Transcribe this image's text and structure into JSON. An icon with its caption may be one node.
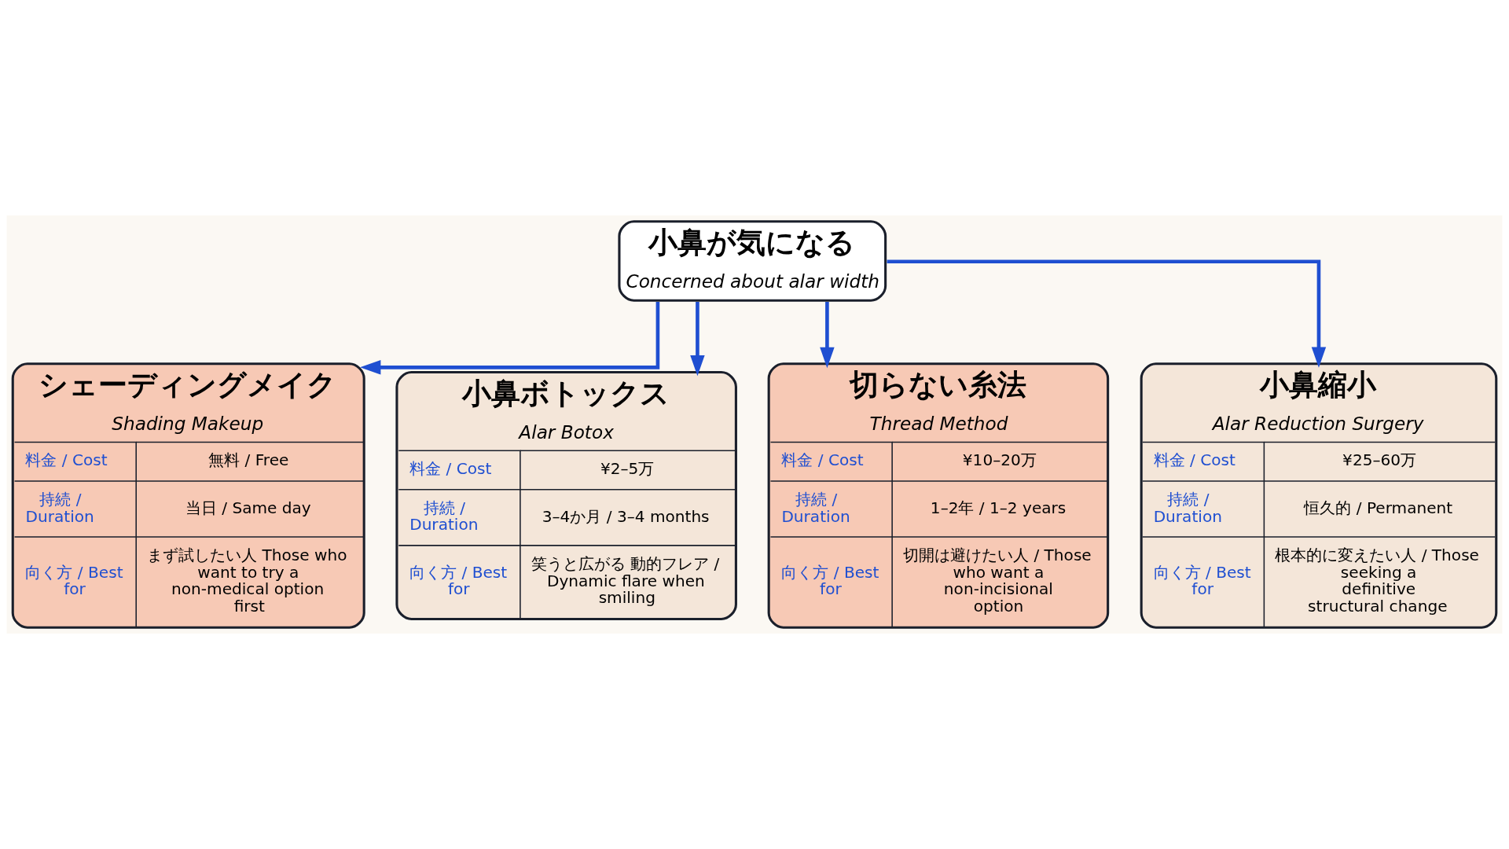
{
  "diagram": {
    "nodes": [
      {
        "text": [
          "小鼻が気になる",
          "Concerned about alar width"
        ]
      },
      {
        "text": [
          "シェーディングメイク",
          "Shading Makeup",
          "料金 / Cost",
          "無料 / Free",
          "持続 / Duration",
          "当日 / Same day",
          "向く方 / Best for",
          "まず試したい人 Those who want to try a non-medical option first"
        ]
      },
      {
        "text": [
          "小鼻ボトックス",
          "Alar Botox",
          "料金 / Cost",
          "¥2–5万",
          "持続 / Duration",
          "3–4か月 / 3–4 months",
          "向く方 / Best for",
          "笑うと広がる 動的フレア / Dynamic flare when smiling"
        ]
      },
      {
        "text": [
          "切らない糸法",
          "Thread Method",
          "料金 / Cost",
          "¥10–20万",
          "持続 / Duration",
          "1–2年 / 1–2 years",
          "向く方 / Best for",
          "切開は避けたい人 / Those who want a non-incisional option"
        ]
      },
      {
        "text": [
          "小鼻縮小",
          "Alar Reduction Surgery",
          "料金 / Cost",
          "¥25–60万",
          "持続 / Duration",
          "恒久的 / Permanent",
          "向く方 / Best for",
          "根本的に変えたい人 / Those seeking a definitive structural change"
        ]
      }
    ],
    "edges": [
      {
        "from": 0,
        "to": 1,
        "arrow": "to"
      },
      {
        "from": 0,
        "to": 2,
        "arrow": "to"
      },
      {
        "from": 0,
        "to": 3,
        "arrow": "to"
      },
      {
        "from": 0,
        "to": 4,
        "arrow": "to"
      }
    ]
  }
}
